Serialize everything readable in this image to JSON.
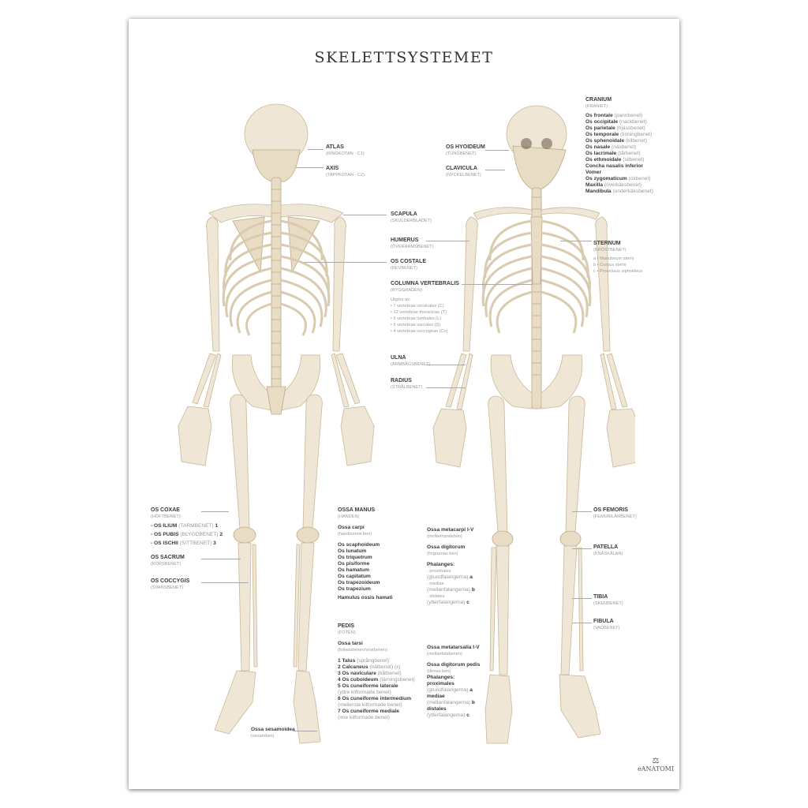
{
  "title": "SKELETTSYSTEMET",
  "labels_back": {
    "atlas": {
      "name": "ATLAS",
      "sub": "(RINGKOTAN - C1)"
    },
    "axis": {
      "name": "AXIS",
      "sub": "(TAPPKOTAN - C2)"
    },
    "scapula": {
      "name": "SCAPULA",
      "sub": "(SKULDERBLADET)"
    },
    "humerus": {
      "name": "HUMERUS",
      "sub": "(ÖVERARMSBENET)"
    },
    "os_costale": {
      "name": "OS COSTALE",
      "sub": "(REVBENET)"
    },
    "columna": {
      "name": "COLUMNA VERTEBRALIS",
      "sub": "(RYGGRADEN)",
      "intro": "Utgörs av:",
      "items": [
        "• 7 vertebrae cervicales (C)",
        "• 12 vertebrae thoracicae (T)",
        "• 5 vertebrae lumbales (L)",
        "• 5 vertebrae sacrales (S)",
        "• 4 vertebrae coccygeae (Co)"
      ]
    },
    "ulna": {
      "name": "ULNA",
      "sub": "(ARMBÅGSBENET)"
    },
    "radius": {
      "name": "RADIUS",
      "sub": "(STRÅLBENET)"
    }
  },
  "labels_front": {
    "os_hyoideum": {
      "name": "OS HYOIDEUM",
      "sub": "(TUNGBENET)"
    },
    "clavicula": {
      "name": "CLAVICULA",
      "sub": "(NYCKELBENET)"
    },
    "cranium": {
      "name": "CRANIUM",
      "sub": "(KRANIET)",
      "items": [
        {
          "b": "Os frontale",
          "g": "(pannbenet)"
        },
        {
          "b": "Os occipitale",
          "g": "(nackbenet)"
        },
        {
          "b": "Os parietale",
          "g": "(hjässbenet)"
        },
        {
          "b": "Os temporale",
          "g": "(tinningbenet)"
        },
        {
          "b": "Os sphenoidale",
          "g": "(kilbenet)"
        },
        {
          "b": "Os nasale",
          "g": "(näsbenet)"
        },
        {
          "b": "Os lacrimale",
          "g": "(tårbenet)"
        },
        {
          "b": "Os ethmoidale",
          "g": "(silbenet)"
        },
        {
          "b": "Concha nasalis inferior",
          "g": ""
        },
        {
          "b": "Vomer",
          "g": ""
        },
        {
          "b": "Os zygomaticum",
          "g": "(okbenet)"
        },
        {
          "b": "Maxilla",
          "g": "(överkäksbenet)"
        },
        {
          "b": "Mandibula",
          "g": "(underkäksbenet)"
        }
      ]
    },
    "sternum": {
      "name": "STERNUM",
      "sub": "(BRÖSTBENET)",
      "items": [
        "a • Manubrium sterni",
        "b • Corpus sterni",
        "c • Processus xiphoideus"
      ]
    },
    "os_femoris": {
      "name": "OS FEMORIS",
      "sub": "(FEMUR/LÅRBENET)"
    },
    "patella": {
      "name": "PATELLA",
      "sub": "(KNÄSKÅLAN)"
    },
    "tibia": {
      "name": "TIBIA",
      "sub": "(SKENBENET)"
    },
    "fibula": {
      "name": "FIBULA",
      "sub": "(VADBENET)"
    }
  },
  "labels_pelvis": {
    "os_coxae": {
      "name": "OS COXAE",
      "sub": "(HÖFTBENET)"
    },
    "parts": [
      {
        "name": "- OS ILIUM",
        "sub": "(TARMBENET)",
        "num": "1"
      },
      {
        "name": "- OS PUBIS",
        "sub": "(BLYGDBENET)",
        "num": "2"
      },
      {
        "name": "- OS ISCHII",
        "sub": "(SITTBENET)",
        "num": "3"
      }
    ],
    "os_sacrum": {
      "name": "OS SACRUM",
      "sub": "(KORSBENET)"
    },
    "os_coccygis": {
      "name": "OS COCCYGIS",
      "sub": "(SVANSBENET)"
    }
  },
  "ossa_manus": {
    "name": "OSSA MANUS",
    "sub": "(HANDEN)",
    "carpi_title": "Ossa carpi",
    "carpi_sub": "(handlovens ben)",
    "carpi": [
      "Os scaphoideum",
      "Os lunatum",
      "Os triquetrum",
      "Os pisiforme",
      "Os hamatum",
      "Os capitatum",
      "Os trapezoideum",
      "Os trapezium"
    ],
    "hamulus": "Hamulus ossis hamati",
    "metacarpi_title": "Ossa metacarpi I-V",
    "metacarpi_sub": "(mellanhandsben)",
    "digitorum_title": "Ossa digitorum",
    "digitorum_sub": "(fingrarnas ben)",
    "phalanges_title": "Phalanges:",
    "phalanges": [
      {
        "t": "- proximales",
        "s": "(grundfalangerna)",
        "l": "a"
      },
      {
        "t": "- mediae",
        "s": "(mellanfalangerna)",
        "l": "b"
      },
      {
        "t": "- distales",
        "s": "(ytterfalangerna)",
        "l": "c"
      }
    ]
  },
  "pedis": {
    "name": "PEDIS",
    "sub": "(FOTEN)",
    "tarsi_title": "Ossa tarsi",
    "tarsi_sub": "(fotledsbenen/vristbenen)",
    "tarsi": [
      {
        "b": "1 Talus",
        "g": "(språngbenet)"
      },
      {
        "b": "2 Calcaneus",
        "g": "(hälbenet) (x)"
      },
      {
        "b": "3 Os naviculare",
        "g": "(båtbenet)"
      },
      {
        "b": "4 Os cuboideum",
        "g": "(tärningsbenet)"
      },
      {
        "b": "5 Os cuneiforme laterale",
        "g": ""
      },
      {
        "b": "",
        "g": "(yttre kilformade benet)"
      },
      {
        "b": "6 Os cuneiforme intermedium",
        "g": ""
      },
      {
        "b": "",
        "g": "(mellersta kilformade benet)"
      },
      {
        "b": "7 Os cuneiforme mediale",
        "g": ""
      },
      {
        "b": "",
        "g": "(inre kilformade benet)"
      }
    ],
    "metatarsalia_title": "Ossa metatarsalia I-V",
    "metatarsalia_sub": "(mellanfotsbenen)",
    "digitorum_title": "Ossa digitorum pedis",
    "digitorum_sub": "(tårnas ben)",
    "phalanges_title": "Phalanges:",
    "phalanges": [
      {
        "t": "proximales",
        "s": "(grundfalangerna)",
        "l": "a"
      },
      {
        "t": "mediae",
        "s": "(mellanfalangerna)",
        "l": "b"
      },
      {
        "t": "distales",
        "s": "(ytterfalangerna)",
        "l": "c"
      }
    ],
    "sesamoidea": "Ossa sesamoidea",
    "sesamoidea_sub": "(sesamben)"
  },
  "logo": "eANATOMI",
  "colors": {
    "bone": "#efe6d5",
    "bone_outline": "#c9b896",
    "text": "#333333",
    "subtext": "#999999",
    "leader": "#aaaaaa"
  }
}
